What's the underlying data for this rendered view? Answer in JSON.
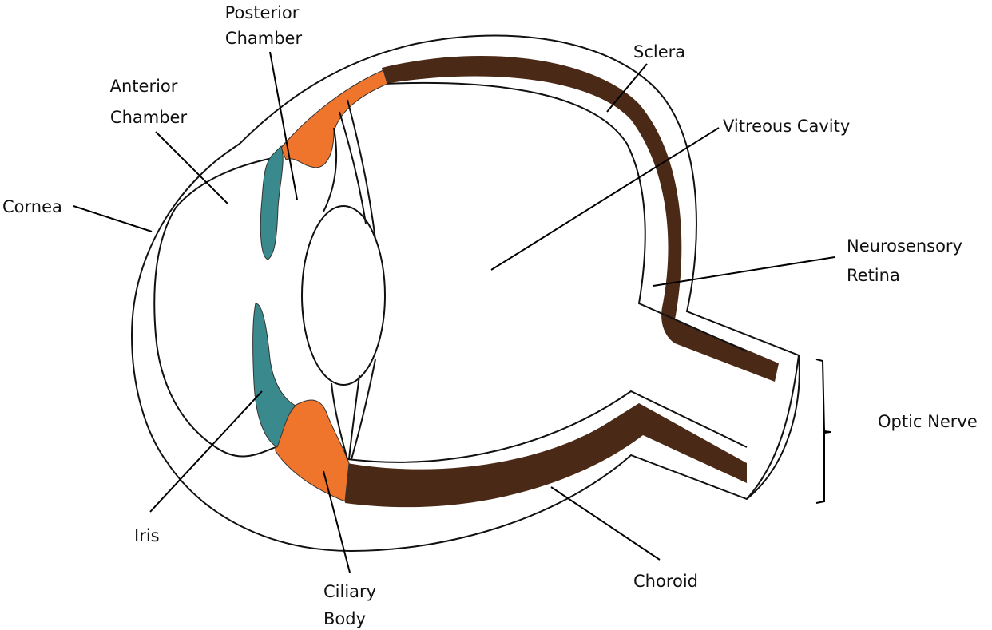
{
  "title": "Eye anatomy cross-section",
  "colors": {
    "choroid": "#4a2a17",
    "ciliary_body": "#ef742c",
    "iris": "#3a8a8d",
    "outline": "#111111",
    "background": "#ffffff"
  },
  "labels": {
    "posterior_chamber": [
      "Posterior",
      "Chamber"
    ],
    "anterior_chamber": [
      "Anterior",
      "Chamber"
    ],
    "cornea": "Cornea",
    "sclera": "Sclera",
    "vitreous_cavity": "Vitreous Cavity",
    "neurosensory_retina": [
      "Neurosensory",
      "Retina"
    ],
    "optic_nerve": "Optic Nerve",
    "iris": "Iris",
    "ciliary_body": [
      "Ciliary",
      "Body"
    ],
    "choroid": "Choroid"
  }
}
